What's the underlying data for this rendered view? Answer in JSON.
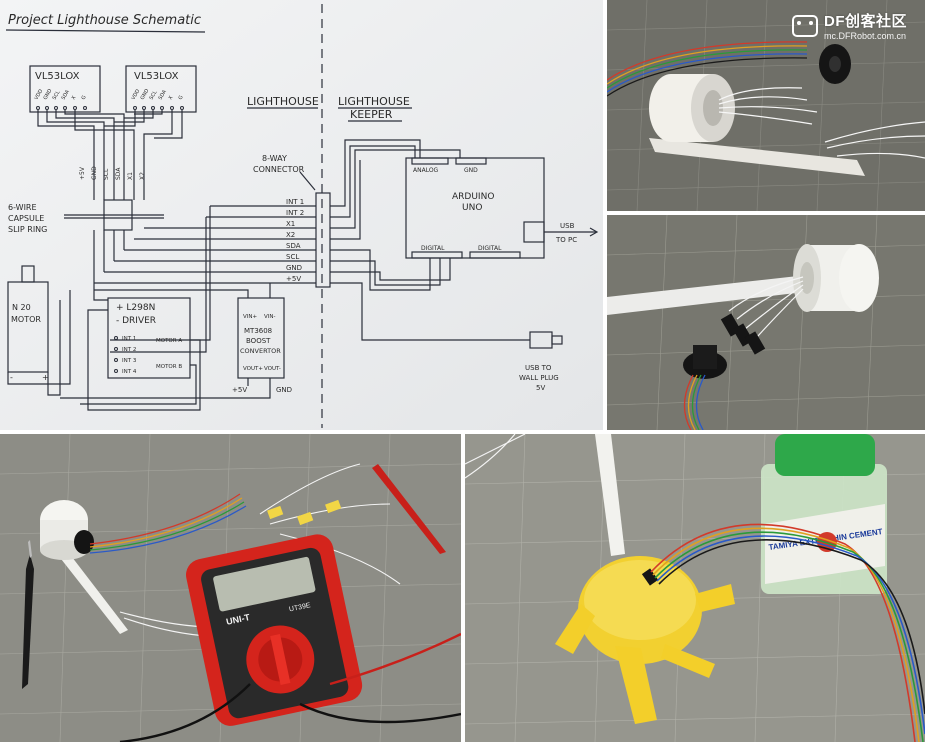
{
  "schematic": {
    "title": "Project Lighthouse Schematic",
    "sensor_left": "VL53LOX",
    "sensor_right": "VL53LOX",
    "sensor_pins": [
      "VDD",
      "GND",
      "SCL",
      "SDA",
      "X",
      "G"
    ],
    "section_lighthouse": "LIGHTHOUSE",
    "section_keeper_1": "LIGHTHOUSE",
    "section_keeper_2": "KEEPER",
    "connector_label_1": "8-WAY",
    "connector_label_2": "CONNECTOR",
    "connector_pins": [
      "INT 1",
      "INT 2",
      "X1",
      "X2",
      "SDA",
      "SCL",
      "GND",
      "+5V"
    ],
    "bus_labels": [
      "+5V",
      "GND",
      "SCL",
      "SDA",
      "X1",
      "X2"
    ],
    "slip_ring_1": "6-WIRE",
    "slip_ring_2": "CAPSULE",
    "slip_ring_3": "SLIP RING",
    "motor_1": "N 20",
    "motor_2": "MOTOR",
    "driver_1": "+ L298N",
    "driver_2": "- DRIVER",
    "driver_pins": [
      "INT 1",
      "INT 2",
      "INT 3",
      "INT 4"
    ],
    "driver_motor_a": "MOTOR A",
    "driver_motor_b": "MOTOR B",
    "boost_1": "MT3608",
    "boost_2": "BOOST",
    "boost_3": "CONVERTOR",
    "boost_vin_plus": "VIN+",
    "boost_vin_minus": "VIN-",
    "boost_vout_plus": "VOUT+",
    "boost_vout_minus": "VOUT-",
    "boost_out_plus": "+5V",
    "boost_out_gnd": "GND",
    "arduino_1": "ARDUINO",
    "arduino_2": "UNO",
    "arduino_analog": "ANALOG",
    "arduino_gnd": "GND",
    "arduino_digital_1": "DIGITAL",
    "arduino_digital_2": "DIGITAL",
    "usb_pc_1": "USB",
    "usb_pc_2": "TO PC",
    "usb_wall_1": "USB TO",
    "usb_wall_2": "WALL PLUG",
    "usb_wall_3": "5V"
  },
  "watermark": {
    "brand": "DF创客社区",
    "url": "mc.DFRobot.com.cn",
    "icon": "robot-logo-icon"
  },
  "photos": {
    "multimeter_brand": "UNI-T",
    "multimeter_model": "UT39E",
    "glue_bottle_text": "TAMIYA EXTRA THIN CEMENT"
  }
}
